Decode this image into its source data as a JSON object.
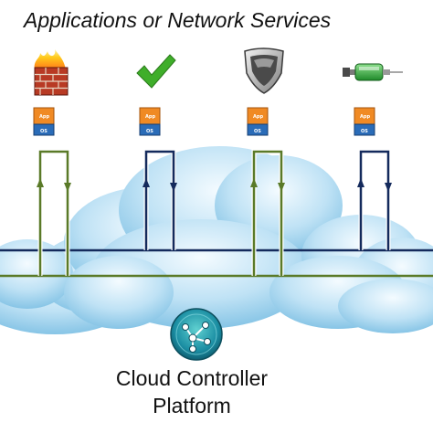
{
  "header": {
    "title": "Applications or Network Services"
  },
  "services": [
    {
      "icon": "firewall-icon",
      "vm_labels": [
        "App",
        "OS"
      ],
      "data_flow": "up-down"
    },
    {
      "icon": "checkmark-icon",
      "vm_labels": [
        "App",
        "OS"
      ],
      "data_flow": "up-down"
    },
    {
      "icon": "shield-icon",
      "vm_labels": [
        "App",
        "OS"
      ],
      "data_flow": "up-down"
    },
    {
      "icon": "syringe-icon",
      "vm_labels": [
        "App",
        "OS"
      ],
      "data_flow": "up-down"
    }
  ],
  "platform": {
    "label_line1": "Cloud Controller",
    "label_line2": "Platform",
    "icon": "network-hub-icon"
  },
  "colors": {
    "green_path": "#5a7a28",
    "navy_path": "#142a5c",
    "cloud_light": "#dff1fb",
    "cloud_mid": "#a9d6ef",
    "cloud_dark": "#6fb7de",
    "vm_orange": "#f08a24",
    "vm_blue": "#2a6cb8"
  }
}
